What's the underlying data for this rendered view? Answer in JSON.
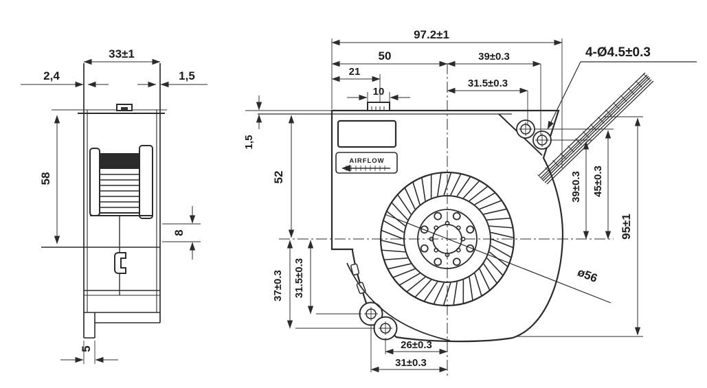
{
  "drawing": {
    "colors": {
      "ink": "#2b2b2b",
      "background": "#ffffff"
    },
    "side_view": {
      "dim_width": "33±1",
      "dim_left_flange": "2,4",
      "dim_right_flange": "1,5",
      "dim_height": "58",
      "dim_step": "8",
      "dim_foot": "5"
    },
    "front_view": {
      "dim_overall_width": "97.2±1",
      "dim_left_to_center": "50",
      "dim_left_to_tab": "21",
      "dim_tab_width": "10",
      "dim_hole_top_outer_x": "39±0.3",
      "dim_hole_top_inner_x": "31.5±0.3",
      "dim_top_lip": "1,5",
      "dim_top_to_center": "52",
      "dim_hole_left_low_y": "37±0.3",
      "dim_hole_left_high_y": "31.5±0.3",
      "dim_hole_bottom_inner_x": "26±0.3",
      "dim_hole_bottom_outer_x": "31±0.3",
      "dim_hole_right_inner_y": "39±0.3",
      "dim_hole_right_outer_y": "45±0.3",
      "dim_overall_height": "95±1",
      "dim_impeller_diameter": "ø56",
      "callout_mounting_holes": "4-Ø4.5±0.3",
      "label_airflow": "AIRFLOW"
    }
  }
}
